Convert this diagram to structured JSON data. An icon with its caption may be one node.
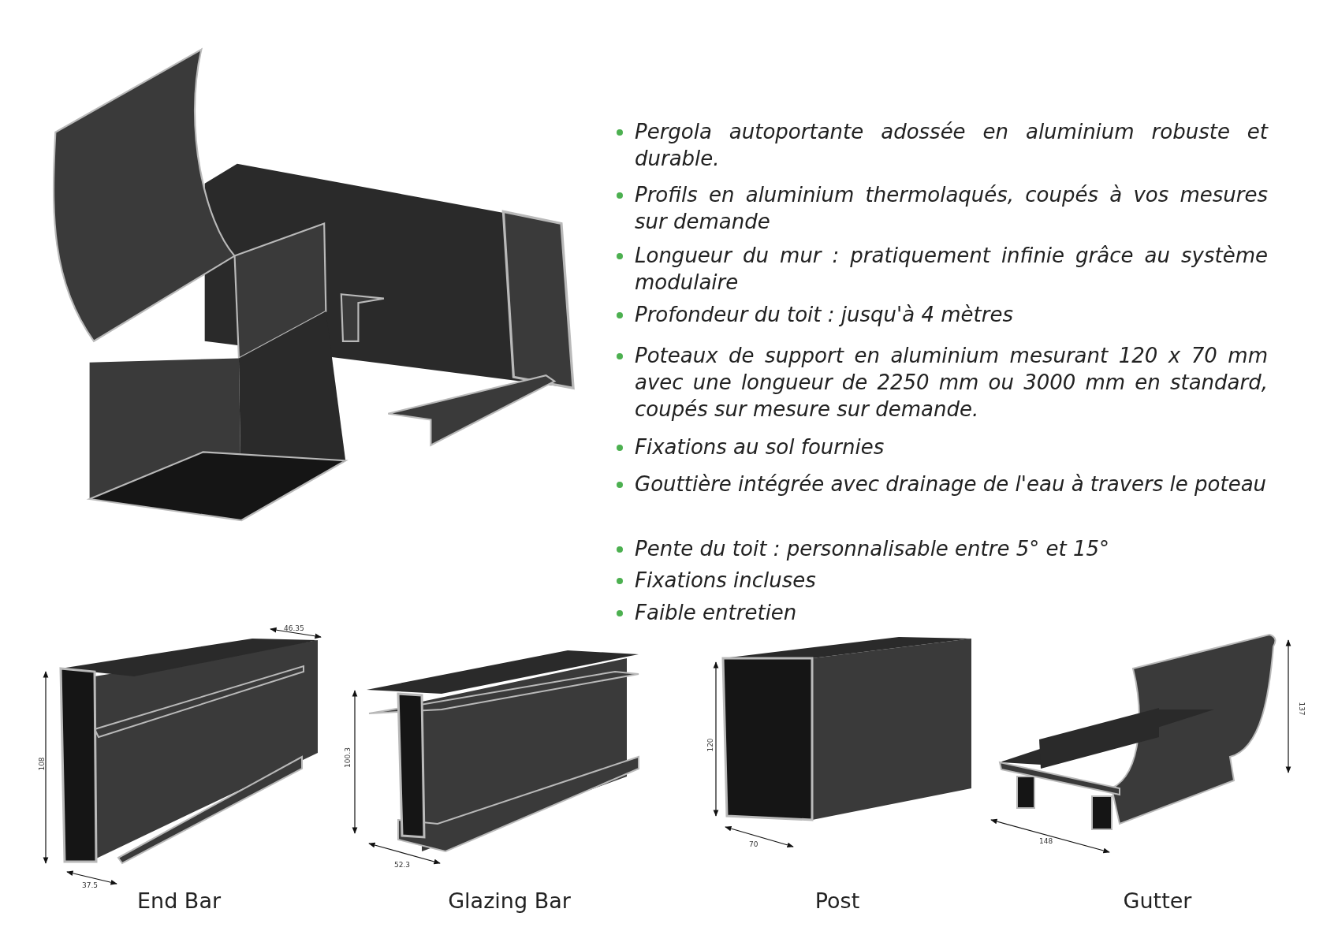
{
  "diagram": {
    "labels": [
      "Pergola autoportante adossée en aluminium robuste et durable.",
      "Profils en aluminium thermolaqués, coupés à vos mesures sur demande",
      "Longueur du mur : pratiquement infinie grâce au système modulaire",
      "Profondeur du toit : jusqu'à 4 mètres",
      "Poteaux de support en aluminium mesurant 120 x 70 mm avec une longueur de 2250 mm ou 3000 mm en standard, coupés sur mesure sur demande.",
      "Fixations au sol fournies",
      "Gouttière intégrée avec drainage de l'eau à travers le poteau",
      "Pente du toit : personnalisable entre 5° et 15°",
      "Fixations incluses",
      "Faible entretien",
      "46.35",
      "108",
      "37.5",
      "End Bar",
      "100.3",
      "52.3",
      "Glazing Bar",
      "120",
      "70",
      "Post",
      "137",
      "148",
      "Gutter"
    ]
  }
}
